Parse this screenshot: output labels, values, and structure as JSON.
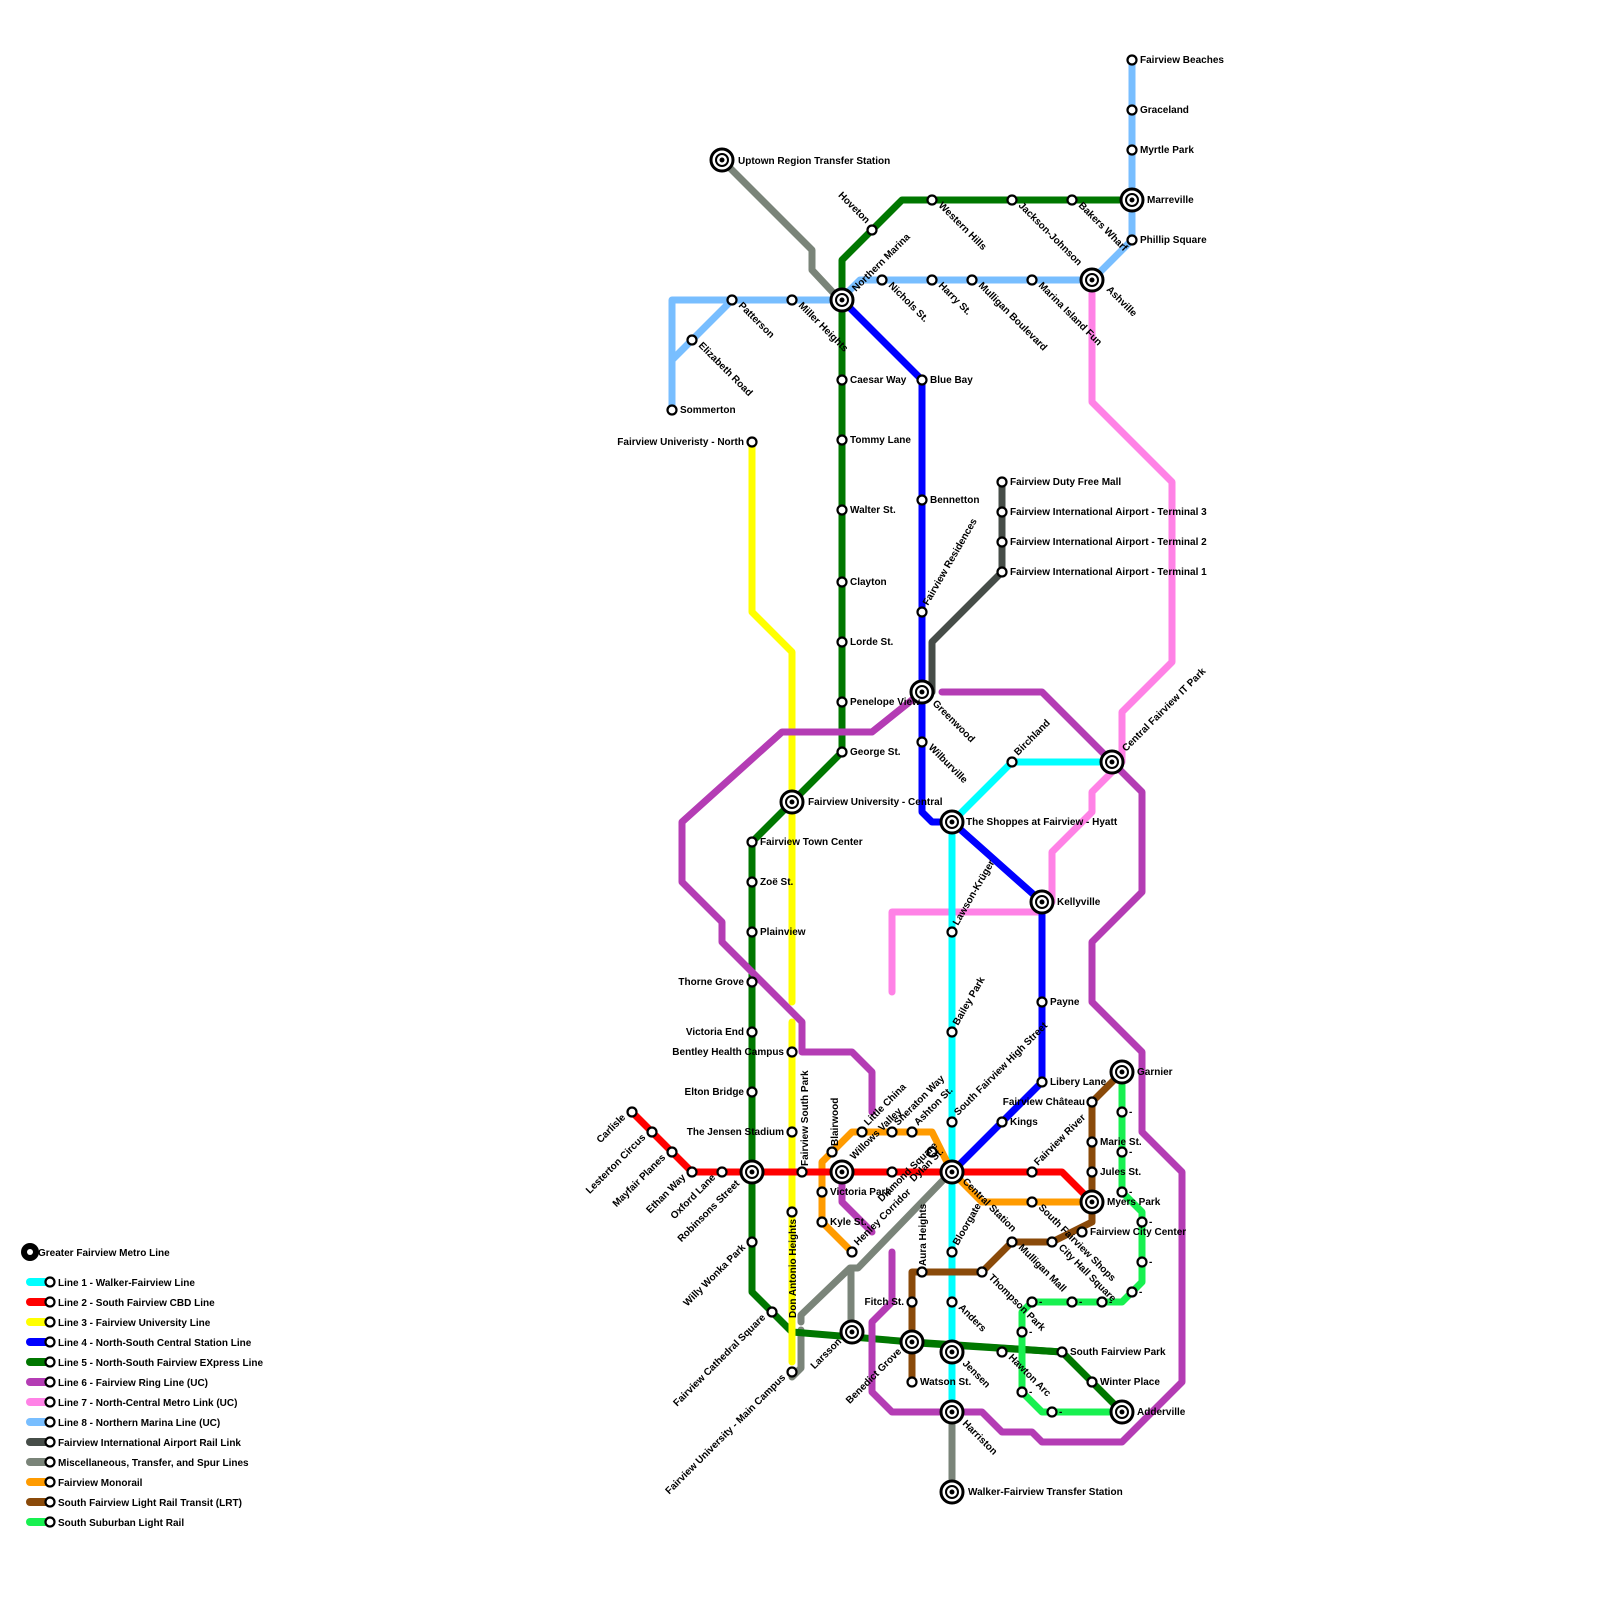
{
  "legend": {
    "title": "Greater Fairview Metro Line",
    "items": [
      {
        "label": "Line 1 - Walker-Fairview Line",
        "color": "#00ffff"
      },
      {
        "label": "Line 2 - South Fairview CBD Line",
        "color": "#ff0000"
      },
      {
        "label": "Line 3 - Fairview University Line",
        "color": "#ffff00"
      },
      {
        "label": "Line 4 - North-South Central Station Line",
        "color": "#0000ff"
      },
      {
        "label": "Line 5 - North-South Fairview EXpress Line",
        "color": "#007700"
      },
      {
        "label": "Line 6 - Fairview Ring Line (UC)",
        "color": "#b43cb4"
      },
      {
        "label": "Line 7 - North-Central Metro Link (UC)",
        "color": "#ff82e6"
      },
      {
        "label": "Line 8 - Northern Marina Line (UC)",
        "color": "#78beff"
      },
      {
        "label": "Fairview International Airport Rail Link",
        "color": "#464d48"
      },
      {
        "label": "Miscellaneous, Transfer, and Spur Lines",
        "color": "#7a8479"
      },
      {
        "label": "Fairview Monorail",
        "color": "#ff9b00"
      },
      {
        "label": "South Fairview Light Rail Transit (LRT)",
        "color": "#8a4a0a"
      },
      {
        "label": "South Suburban Light Rail",
        "color": "#18f050"
      }
    ]
  },
  "stations": {
    "uptown": "Uptown Region Transfer Station",
    "fairview_beaches": "Fairview Beaches",
    "graceland": "Graceland",
    "myrtle_park": "Myrtle Park",
    "marreville": "Marreville",
    "phillip_square": "Phillip Square",
    "hoveton": "Hoveton",
    "western_hills": "Western Hills",
    "jackson_johnson": "Jackson-Johnson",
    "bakers_wharf": "Bakers Wharf",
    "ashville": "Ashville",
    "marina_island_fun": "Marina Island Fun",
    "mulligan_boulevard": "Mulligan Boulevard",
    "harry_st": "Harry St.",
    "nichols_st": "Nichols St.",
    "northern_marina": "Northern Marina",
    "miller_heights": "Miller Heights",
    "patterson": "Patterson",
    "elizabeth_road": "Elizabeth Road",
    "sommerton": "Sommerton",
    "caesar_way": "Caesar Way",
    "blue_bay": "Blue Bay",
    "tommy_lane": "Tommy Lane",
    "fv_univ_north": "Fairview Univeristy - North",
    "walter_st": "Walter St.",
    "bennetton": "Bennetton",
    "duty_free": "Fairview Duty Free Mall",
    "terminal3": "Fairview International Airport - Terminal 3",
    "terminal2": "Fairview International Airport - Terminal 2",
    "terminal1": "Fairview International Airport - Terminal 1",
    "clayton": "Clayton",
    "fairview_residences": "Fairview Residences",
    "lorde_st": "Lorde St.",
    "penelope_view": "Penelope View",
    "greenwood": "Greenwood",
    "george_st": "George St.",
    "wilburville": "Wilburville",
    "central_it_park": "Central Fairview IT Park",
    "birchland": "Birchland",
    "fv_univ_central": "Fairview University - Central",
    "shoppes": "The Shoppes at Fairview - Hyatt",
    "town_center": "Fairview Town Center",
    "zoe_st": "Zoë St.",
    "kellyville": "Kellyville",
    "lawson_kruger": "Lawson-Krüger",
    "plainview": "Plainview",
    "thorne_grove": "Thorne Grove",
    "payne": "Payne",
    "bailey_park": "Bailey Park",
    "victoria_end": "Victoria End",
    "bentley": "Bentley Health Campus",
    "garnier": "Garnier",
    "libery_lane": "Libery Lane",
    "elton_bridge": "Elton Bridge",
    "south_fv_high": "South Fairview High Street",
    "fv_chateau": "Fairview Château",
    "fv_south_park": "Fairview South Park",
    "blairwood": "Blairwood",
    "little_china": "Little China",
    "sheraton_way": "Sheraton Way",
    "ashton_st": "Ashton St.",
    "willows_valley": "Willows Valley",
    "kings": "Kings",
    "jensen_stadium": "The Jensen Stadium",
    "fairview_river": "Fairview River",
    "marie_st": "Marie St.",
    "carlisle": "Carlisle",
    "lesterton": "Lesterton Circus",
    "mayfair": "Mayfair Planes",
    "diamond_square": "Diamond Square",
    "dylan_st": "Dylan St.",
    "jules_st": "Jules St.",
    "ethan_way": "Ethan Way",
    "oxford_lane": "Oxford Lane",
    "robinsons": "Robinsons Street",
    "central_station": "Central Station",
    "victoria_park": "Victoria Park",
    "myers_park": "Myers Park",
    "south_fv_shops": "South Fairview Shops",
    "kyle_st": "Kyle St.",
    "henley": "Henley Corridor",
    "bloorgate": "Bloorgate",
    "city_hall": "City Hall Square",
    "mulligan_mall": "Mulligan Mall",
    "fv_city_center": "Fairview City Center",
    "aura_heights": "Aura Heights",
    "willy_wonka": "Willy Wonka Park",
    "don_antonio": "Don Antonio Heights",
    "thompson_park": "Thompson Park",
    "fitch_st": "Fitch St.",
    "anders": "Anders",
    "cathedral": "Fairview Cathedral Square",
    "larsson": "Larsson",
    "benedict": "Benedict Grove",
    "jensen": "Jensen",
    "hawton_arc": "Hawton Arc",
    "south_fv_park": "South Fairview Park",
    "univ_main": "Fairview University - Main Campus",
    "watson_st": "Watson St.",
    "winter_place": "Winter Place",
    "harriston": "Harriston",
    "adderville": "Adderville",
    "walker_fairview": "Walker-Fairview Transfer Station",
    "dash": "-"
  }
}
